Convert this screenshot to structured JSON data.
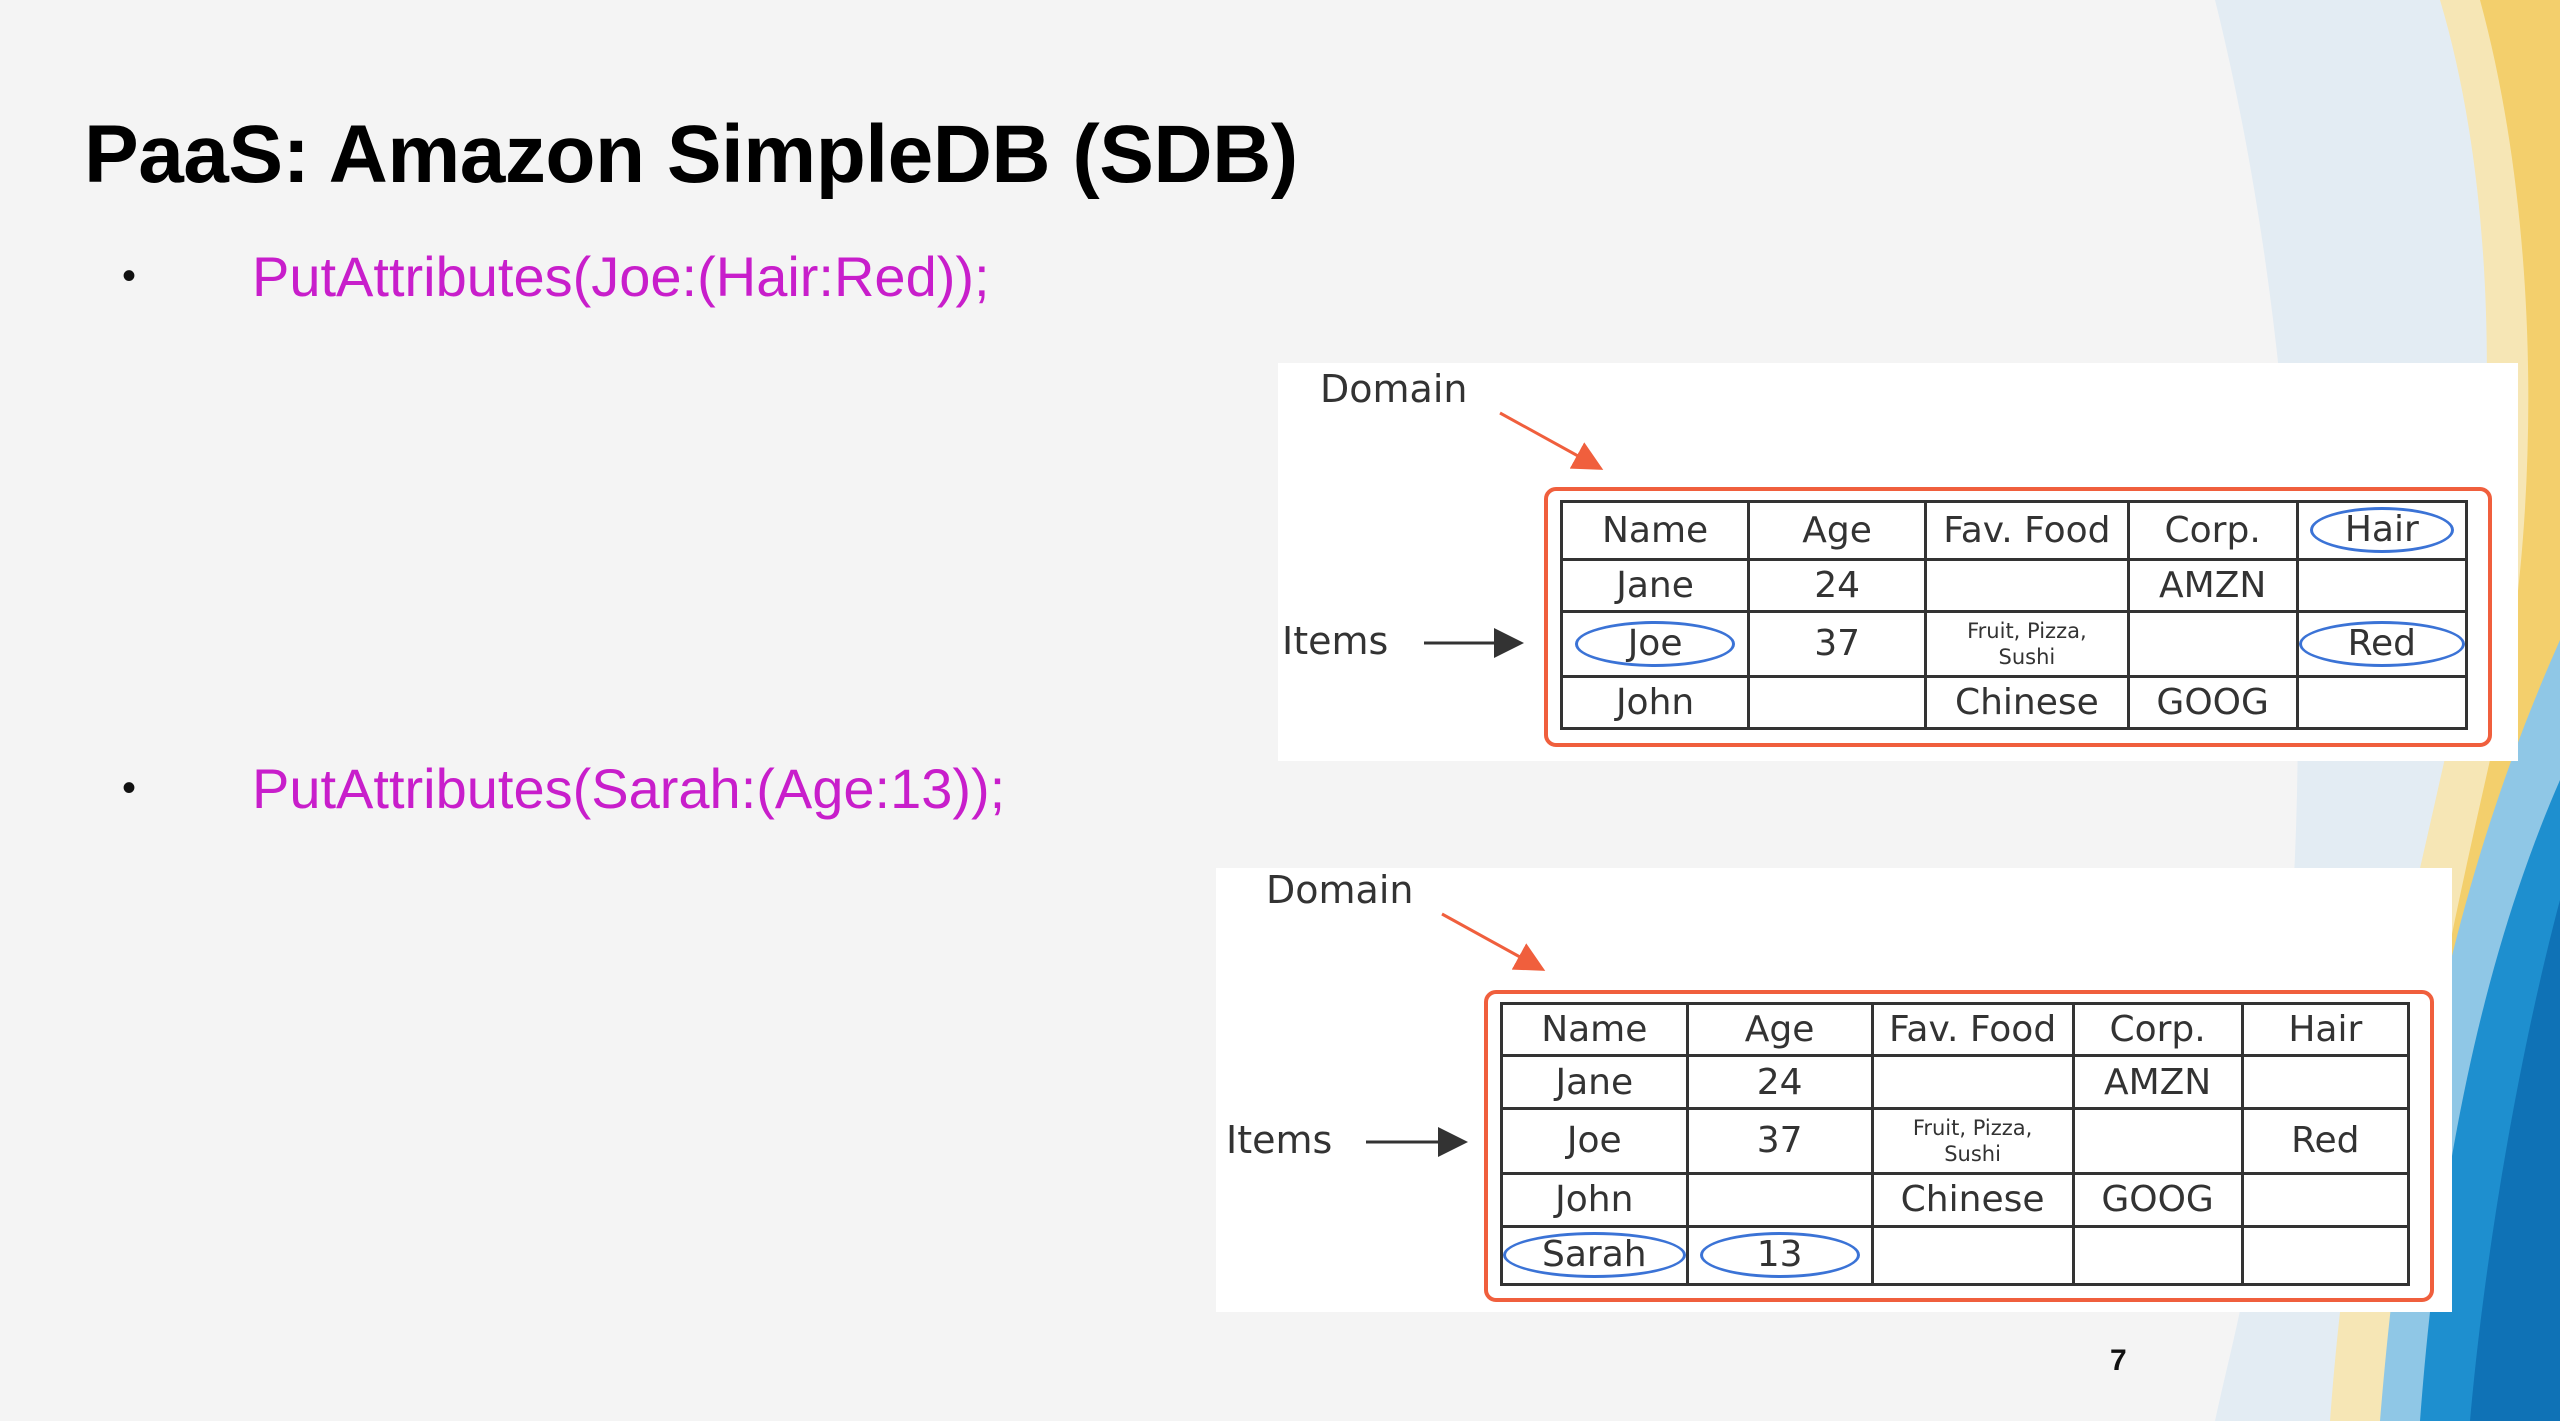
{
  "slide": {
    "title": "PaaS: Amazon SimpleDB (SDB)",
    "page_number": "7"
  },
  "bullets": [
    {
      "marker": "•",
      "text": "PutAttributes(Joe:(Hair:Red));"
    },
    {
      "marker": "•",
      "text": "PutAttributes(Sarah:(Age:13));"
    }
  ],
  "figures": [
    {
      "domain_label": "Domain",
      "items_label": "Items",
      "headers": [
        "Name",
        "Age",
        "Fav. Food",
        "Corp.",
        "Hair"
      ],
      "rows": [
        [
          "Jane",
          "24",
          "",
          "AMZN",
          ""
        ],
        [
          "Joe",
          "37",
          "Fruit, Pizza, Sushi",
          "",
          "Red"
        ],
        [
          "John",
          "",
          "Chinese",
          "GOOG",
          ""
        ]
      ]
    },
    {
      "domain_label": "Domain",
      "items_label": "Items",
      "headers": [
        "Name",
        "Age",
        "Fav. Food",
        "Corp.",
        "Hair"
      ],
      "rows": [
        [
          "Jane",
          "24",
          "",
          "AMZN",
          ""
        ],
        [
          "Joe",
          "37",
          "Fruit, Pizza, Sushi",
          "",
          "Red"
        ],
        [
          "John",
          "",
          "Chinese",
          "GOOG",
          ""
        ],
        [
          "Sarah",
          "13",
          "",
          "",
          ""
        ]
      ]
    }
  ],
  "colors": {
    "bullet_text": "#c81ecb",
    "frame": "#f05f3d",
    "highlight_oval": "#3b73d6"
  }
}
